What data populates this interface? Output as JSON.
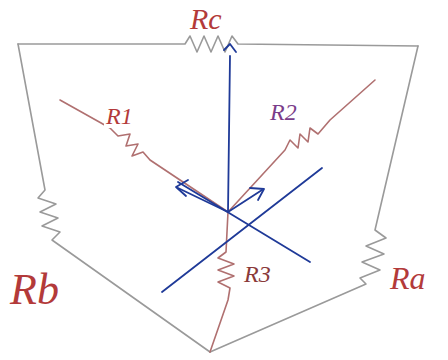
{
  "diagram": {
    "labels": [
      "Rc",
      "R1",
      "R2",
      "Rb",
      "R3",
      "Ra"
    ]
  }
}
